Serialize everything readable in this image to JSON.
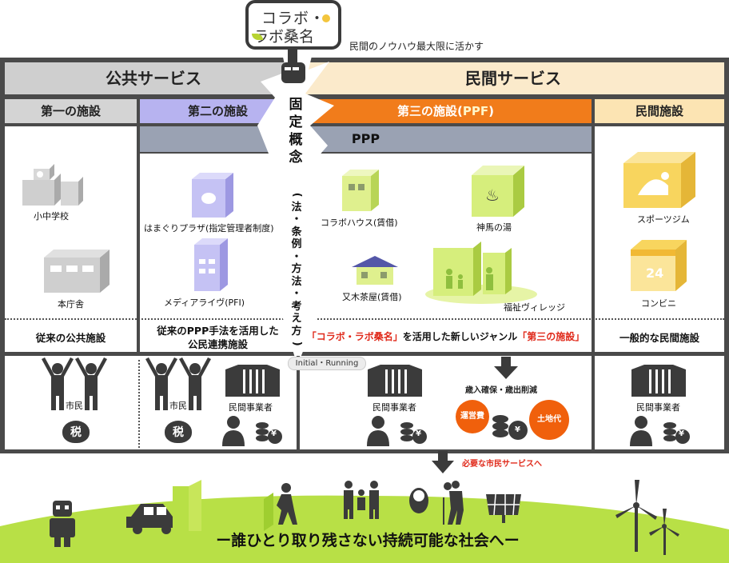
{
  "logo": {
    "line1": "コラボ・",
    "line2": "ラボ桑名"
  },
  "tagline": "民間のノウハウ最大限に活かす",
  "headers": {
    "public": "公共サービス",
    "private": "民間サービス"
  },
  "columns": {
    "c1": "第一の施設",
    "c2": "第二の施設",
    "c3_a": "第三の施設(",
    "c3_b": "PPF",
    "c3_c": ")",
    "c4": "民間施設"
  },
  "ppp": "PPP",
  "fixed_concept": {
    "main": [
      "固",
      "定",
      "概",
      "念"
    ],
    "sub": [
      "(",
      "法",
      "・",
      "条",
      "例",
      "・",
      "方",
      "法",
      "・",
      "考",
      "え",
      "方",
      ")"
    ]
  },
  "facilities": {
    "school": "小中学校",
    "city_hall": "本庁舎",
    "hamaguri": "はまぐりプラザ(指定管理者制度)",
    "media": "メディアライヴ(PFI)",
    "collabo_house": "コラボハウス(賃借)",
    "kanba": "神馬の湯",
    "matagi": "又木茶屋(賃借)",
    "welfare": "福祉ヴィレッジ",
    "sports": "スポーツジム",
    "convenience": "コンビニ",
    "conv_number": "24"
  },
  "descriptions": {
    "d1": "従来の公共施設",
    "d2": "従来のPPP手法を活用した\n公民連携施設",
    "d3_a": "「コラボ・ラボ桑名」",
    "d3_b": "を活用した新しいジャンル",
    "d3_c": "「第三の施設」",
    "d4": "一般的な民間施設"
  },
  "actors": {
    "citizen": "市民",
    "tax": "税",
    "operator": "民間事業者",
    "yen": "¥",
    "initial_running": "Initial・Running",
    "revenue": "歳入確保・歳出削減",
    "operating_cost": "運営費",
    "land_fee": "土地代"
  },
  "needed_service": "必要な市民サービスへ",
  "motto": "ー誰ひとり取り残さない持続可能な社会へー",
  "colors": {
    "frame": "#4a4a4a",
    "public_header": "#cfcfcf",
    "private_header": "#fbeacb",
    "first_facility": "#d4d4d4",
    "second_facility": "#b7b3f0",
    "third_facility": "#f17c1b",
    "private_facility": "#fce4b3",
    "ppp_bar": "#9aa2b3",
    "accent_red": "#e02a1b",
    "ground_green": "#b8e046"
  }
}
